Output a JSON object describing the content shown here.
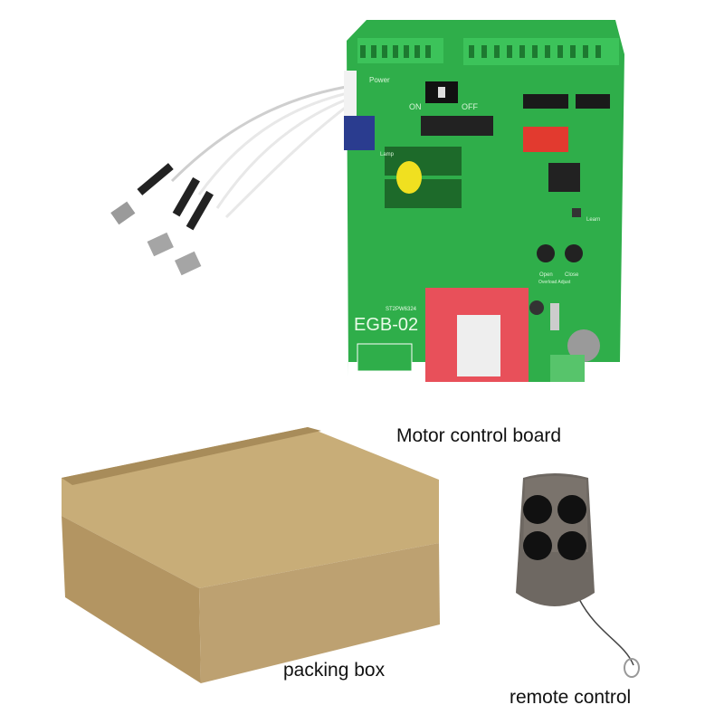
{
  "captions": {
    "board": "Motor control board",
    "box": "packing box",
    "remote": "remote control"
  },
  "board": {
    "model": "EGB-02",
    "serial": "ST2PW6324",
    "labels": [
      "Power",
      "ON",
      "OFF",
      "Learn",
      "Open",
      "Close",
      "Overload Adjust",
      "Lamp"
    ]
  },
  "colors": {
    "pcb": "#2fae4a",
    "terminal": "#3cc35a",
    "transformer": "#e8505a",
    "box": "#bfa36f",
    "remote": "#6e6862"
  }
}
